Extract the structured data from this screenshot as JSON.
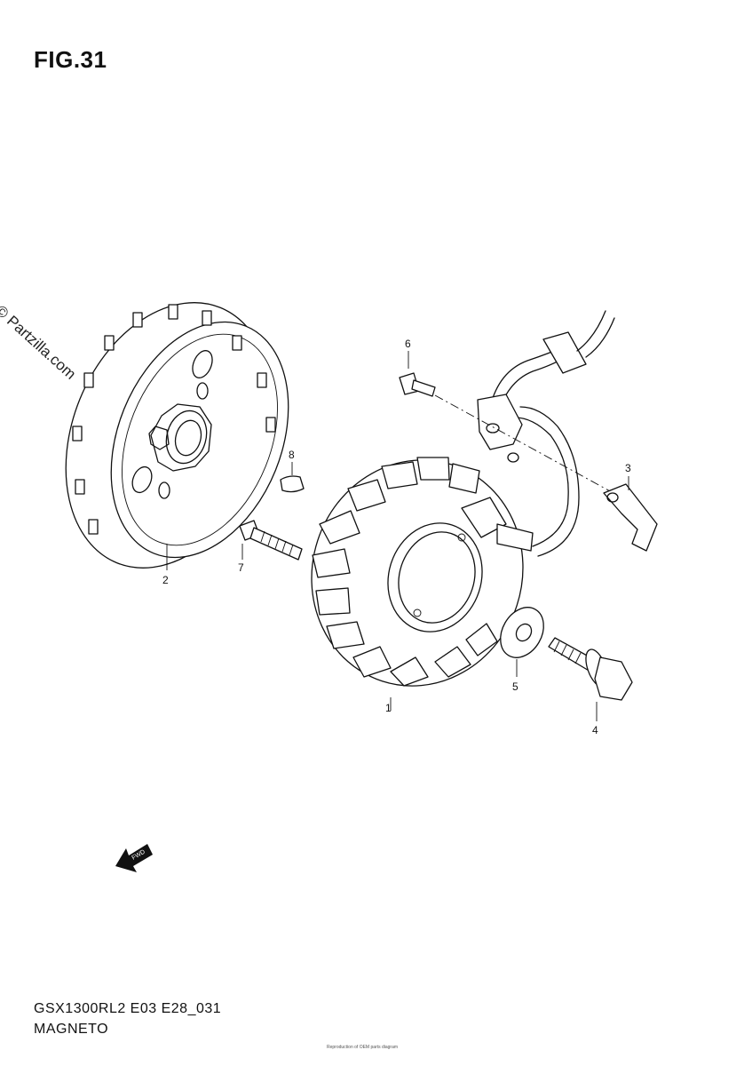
{
  "figure": {
    "title": "FIG.31",
    "watermark": "© Partzilla.com"
  },
  "callouts": [
    {
      "id": "1",
      "label": "1"
    },
    {
      "id": "2",
      "label": "2"
    },
    {
      "id": "3",
      "label": "3"
    },
    {
      "id": "4",
      "label": "4"
    },
    {
      "id": "5",
      "label": "5"
    },
    {
      "id": "6",
      "label": "6"
    },
    {
      "id": "7",
      "label": "7"
    },
    {
      "id": "8",
      "label": "8"
    }
  ],
  "fwd_badge": "FWD",
  "footer": {
    "code": "GSX1300RL2 E03 E28_031",
    "name": "MAGNETO",
    "tiny": "Reproduction of OEM parts diagram"
  }
}
